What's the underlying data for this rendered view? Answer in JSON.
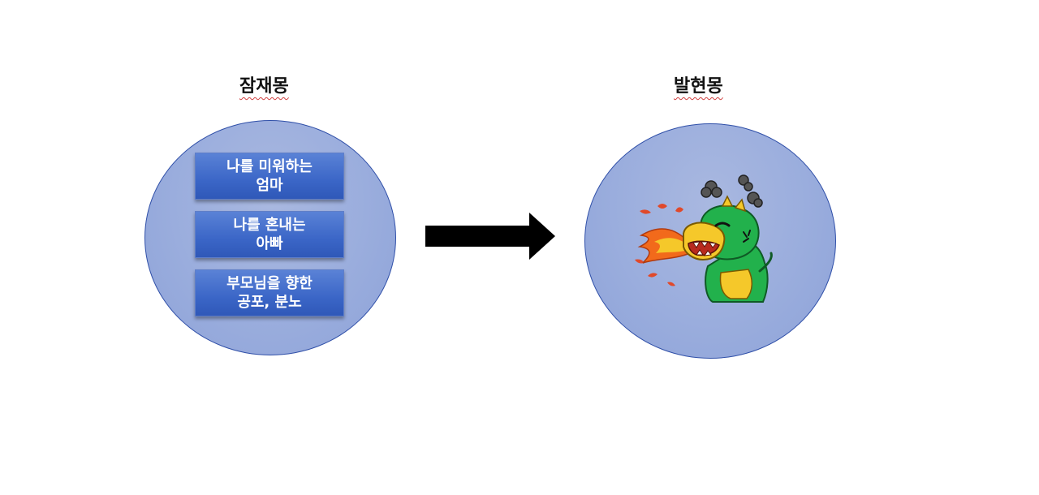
{
  "diagram": {
    "left": {
      "heading": "잠재몽",
      "items": [
        {
          "line1": "나를 미워하는",
          "line2": "엄마"
        },
        {
          "line1": "나를 혼내는",
          "line2": "아빠"
        },
        {
          "line1": "부모님을 향한",
          "line2": "공포, 분노"
        }
      ]
    },
    "right": {
      "heading": "발현몽",
      "image": "fire-breathing-green-dinosaur-illustration"
    },
    "arrow": "right-arrow",
    "colors": {
      "circle_fill": "#9aaddd",
      "circle_border": "#2f4fa8",
      "box_fill": "#3b66c7",
      "arrow": "#000000",
      "dino_green": "#22b14c",
      "dino_yellow": "#f5c82a",
      "fire_orange": "#f26a1b"
    }
  }
}
